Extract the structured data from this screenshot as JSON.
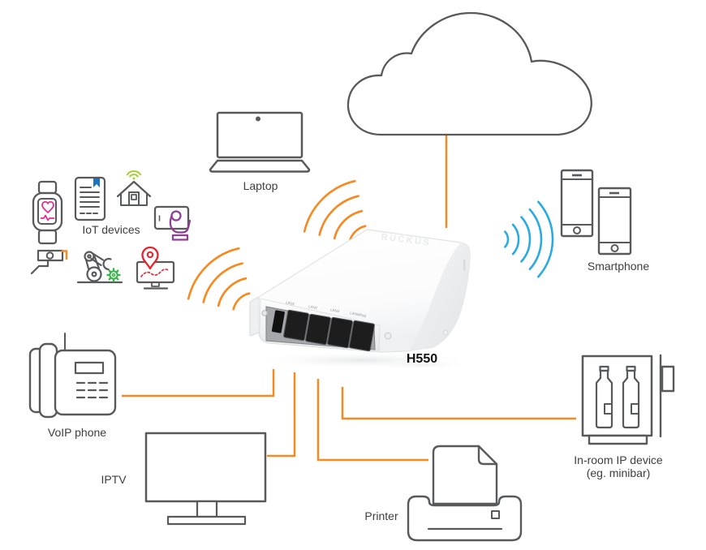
{
  "device": {
    "model": "H550",
    "brand_embossed": "RUCKUS",
    "port_labels": [
      "LAN1",
      "LAN2",
      "LAN3",
      "LAN4/PoE"
    ]
  },
  "nodes": {
    "laptop": {
      "label": "Laptop"
    },
    "iot": {
      "label": "IoT devices"
    },
    "smartphone": {
      "label": "Smartphone"
    },
    "voip": {
      "label": "VoIP phone"
    },
    "iptv": {
      "label": "IPTV"
    },
    "printer": {
      "label": "Printer"
    },
    "minibar": {
      "label_line1": "In-room IP device",
      "label_line2": "(eg. minibar)"
    }
  },
  "icons": [
    "cloud-icon",
    "laptop-icon",
    "smartwatch-icon",
    "ereader-icon",
    "smart-home-icon",
    "tablet-touch-icon",
    "cctv-camera-icon",
    "robot-arm-icon",
    "location-monitor-icon",
    "smartphone-icon",
    "voip-phone-icon",
    "iptv-icon",
    "printer-icon",
    "minibar-icon",
    "wifi-signal-icon"
  ],
  "colors": {
    "wired_link_orange": "#F6891F",
    "wifi_blue": "#29ABE2",
    "outline_gray": "#58595B",
    "iot_green": "#39B54A",
    "house_wifi_green": "#A6CE39",
    "heart_pink": "#EC268F",
    "hand_purple": "#8F3F97",
    "pin_red": "#E8222D",
    "bookmark_blue": "#1B75BC"
  }
}
